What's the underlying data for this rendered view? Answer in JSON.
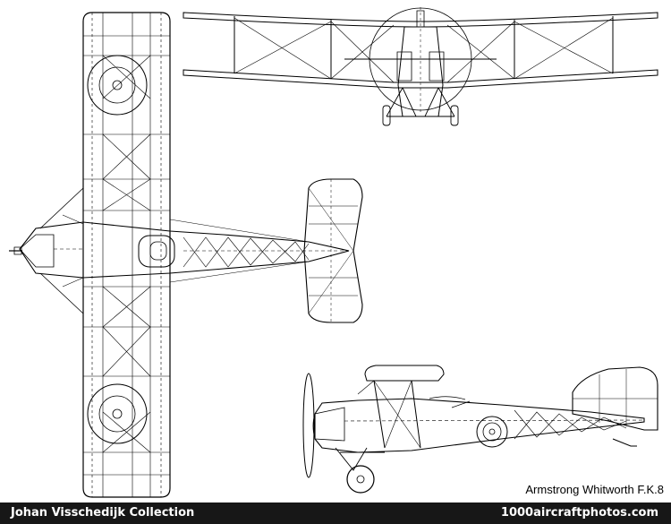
{
  "caption": "Armstrong Whitworth F.K.8",
  "footer": {
    "collection": "Johan Visschedijk Collection",
    "site": "1000aircraftphotos.com"
  },
  "colors": {
    "line": "#000000",
    "background": "#ffffff",
    "footer_bg": "#171717",
    "footer_text": "#ffffff"
  }
}
